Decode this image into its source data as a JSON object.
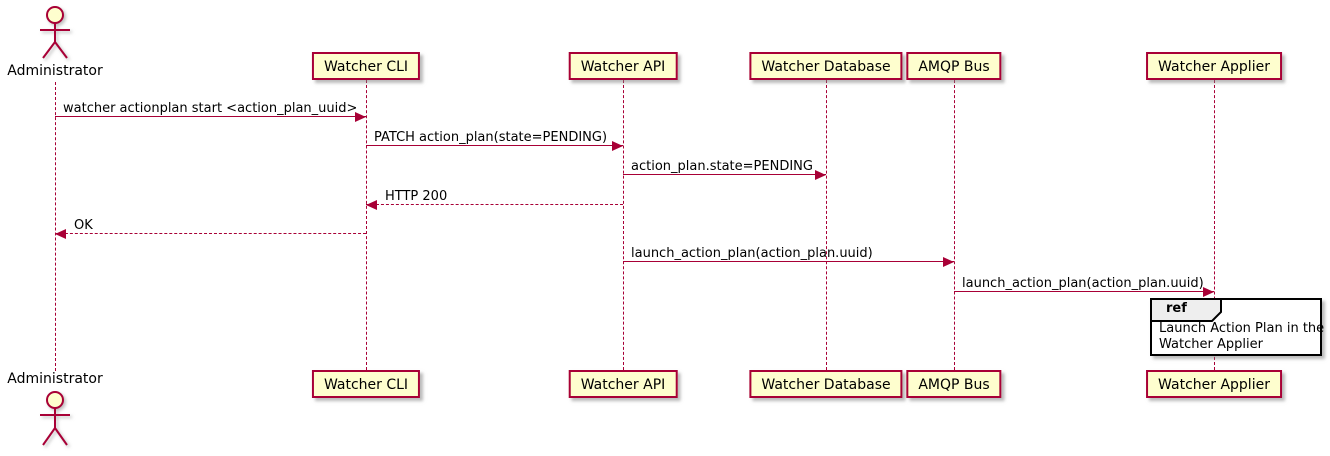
{
  "diagram_type": "uml-sequence",
  "colors": {
    "participant_fill": "#FEFECE",
    "participant_border": "#A80036",
    "arrow_line": "#A80036",
    "text": "#000000",
    "ref_border": "#000000",
    "ref_header_fill": "#EEEEEE"
  },
  "actor": {
    "label": "Administrator"
  },
  "participants": [
    {
      "label": "Watcher CLI"
    },
    {
      "label": "Watcher API"
    },
    {
      "label": "Watcher Database"
    },
    {
      "label": "AMQP Bus"
    },
    {
      "label": "Watcher Applier"
    }
  ],
  "messages": [
    {
      "from": "Administrator",
      "to": "Watcher CLI",
      "label": "watcher actionplan start <action_plan_uuid>",
      "line_style": "solid",
      "direction": "right"
    },
    {
      "from": "Watcher CLI",
      "to": "Watcher API",
      "label": "PATCH action_plan(state=PENDING)",
      "line_style": "solid",
      "direction": "right"
    },
    {
      "from": "Watcher API",
      "to": "Watcher Database",
      "label": "action_plan.state=PENDING",
      "line_style": "solid",
      "direction": "right"
    },
    {
      "from": "Watcher API",
      "to": "Watcher CLI",
      "label": "HTTP 200",
      "line_style": "dashed",
      "direction": "left"
    },
    {
      "from": "Watcher CLI",
      "to": "Administrator",
      "label": "OK",
      "line_style": "dashed",
      "direction": "left"
    },
    {
      "from": "Watcher API",
      "to": "AMQP Bus",
      "label": "launch_action_plan(action_plan.uuid)",
      "line_style": "solid",
      "direction": "right"
    },
    {
      "from": "AMQP Bus",
      "to": "Watcher Applier",
      "label": "launch_action_plan(action_plan.uuid)",
      "line_style": "solid",
      "direction": "right"
    }
  ],
  "ref": {
    "keyword": "ref",
    "over": "Watcher Applier",
    "line1": "Launch Action Plan in the",
    "line2": "Watcher Applier"
  }
}
